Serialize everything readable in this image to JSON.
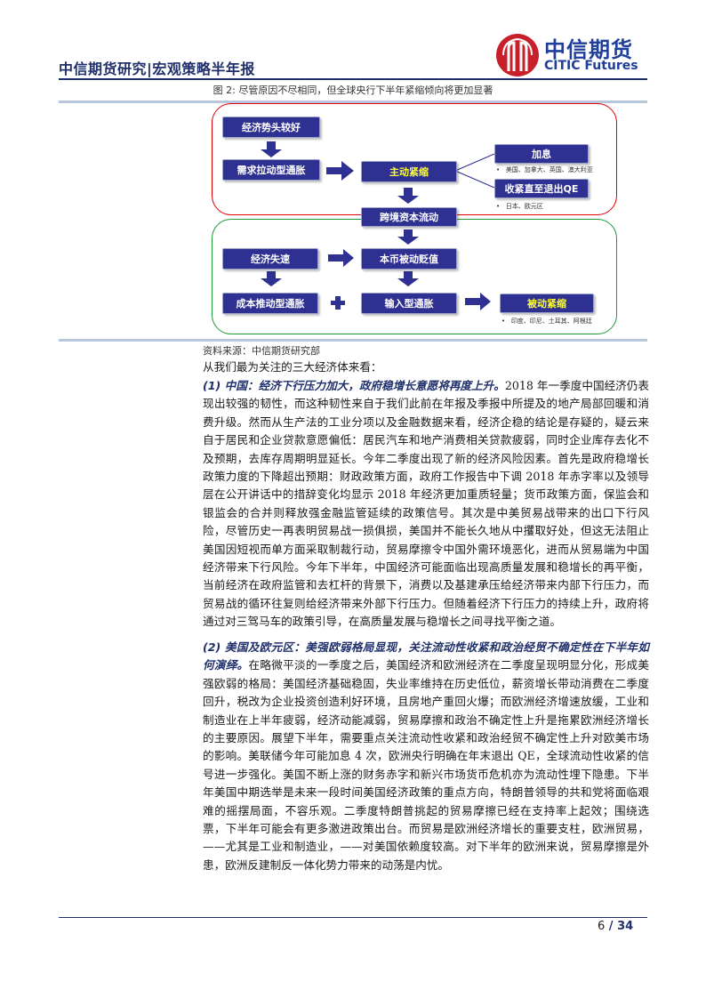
{
  "header": {
    "title": "中信期货研究|宏观策略半年报",
    "logo_cn": "中信期货",
    "logo_en": "CITIC Futures"
  },
  "figure": {
    "title": "图 2: 尽管原因不尽相同，但全球央行下半年紧缩倾向将更加显著",
    "source": "资料来源：中信期货研究部",
    "colors": {
      "box_fill": "#2e3092",
      "active_region": "#e00000",
      "passive_region": "#1f9a3a",
      "highlight_text": "#ffff33"
    },
    "nodes": {
      "good_economy": "经济势头较好",
      "demand_pull_inflation": "需求拉动型通胀",
      "active_tightening": "主动紧缩",
      "rate_hike": "加息",
      "rate_hike_note": "美国、加拿大、英国、澳大利亚",
      "exit_qe": "收紧直至退出QE",
      "exit_qe_note": "日本、欧元区",
      "cross_border_capital": "跨境资本流动",
      "economic_slowdown": "经济失速",
      "currency_depreciation": "本币被动贬值",
      "cost_push_inflation": "成本推动型通胀",
      "plus": "+",
      "imported_inflation": "输入型通胀",
      "passive_tightening": "被动紧缩",
      "passive_tightening_note": "印度、印尼、土耳其、阿根廷"
    }
  },
  "body": {
    "intro": "从我们最为关注的三大经济体来看：",
    "sections": [
      {
        "heading": "(1) 中国：经济下行压力加大，政府稳增长意愿将再度上升。",
        "text": "2018 年一季度中国经济仍表现出较强的韧性，而这种韧性来自于我们此前在年报及季报中所提及的地产局部回暖和消费升级。然而从生产法的工业分项以及金融数据来看，经济企稳的结论是存疑的，疑云来自于居民和企业贷款意愿偏低：居民汽车和地产消费相关贷款疲弱，同时企业库存去化不及预期，去库存周期明显延长。今年二季度出现了新的经济风险因素。首先是政府稳增长政策力度的下降超出预期：财政政策方面，政府工作报告中下调 2018 年赤字率以及领导层在公开讲话中的措辞变化均显示 2018 年经济更加重质轻量；货币政策方面，保监会和银监会的合并则释放强金融监管延续的政策信号。其次是中美贸易战带来的出口下行风险，尽管历史一再表明贸易战一损俱损，美国并不能长久地从中攫取好处，但这无法阻止美国因短视而单方面采取制裁行动，贸易摩擦令中国外需环境恶化，进而从贸易端为中国经济带来下行风险。今年下半年，中国经济可能面临出现高质量发展和稳增长的再平衡，当前经济在政府监管和去杠杆的背景下，消费以及基建承压给经济带来内部下行压力，而贸易战的循环往复则给经济带来外部下行压力。但随着经济下行压力的持续上升，政府将通过对三驾马车的政策引导，在高质量发展与稳增长之间寻找平衡之道。"
      },
      {
        "heading": "(2) 美国及欧元区：美强欧弱格局显现，关注流动性收紧和政治经贸不确定性在下半年如何演绎。",
        "text": "在略微平淡的一季度之后，美国经济和欧洲经济在二季度呈现明显分化，形成美强欧弱的格局：美国经济基础稳固，失业率维持在历史低位，薪资增长带动消费在二季度回升，税改为企业投资创造利好环境，且房地产重回火爆；而欧洲经济增速放缓，工业和制造业在上半年疲弱，经济动能减弱，贸易摩擦和政治不确定性上升是拖累欧洲经济增长的主要原因。展望下半年，需要重点关注流动性收紧和政治经贸不确定性上升对欧美市场的影响。美联储今年可能加息 4 次，欧洲央行明确在年末退出 QE，全球流动性收紧的信号进一步强化。美国不断上涨的财务赤字和新兴市场货币危机亦为流动性埋下隐患。下半年美国中期选举是未来一段时间美国经济政策的重点方向，特朗普领导的共和党将面临艰难的摇摆局面，不容乐观。二季度特朗普挑起的贸易摩擦已经在支持率上起效；围绕选票，下半年可能会有更多激进政策出台。而贸易是欧洲经济增长的重要支柱，欧洲贸易，——尤其是工业和制造业，——对美国依赖度较高。对下半年的欧洲来说，贸易摩擦是外患，欧洲反建制反一体化势力带来的动荡是内忧。"
      }
    ]
  },
  "footer": {
    "page_current": "6",
    "page_sep": " / ",
    "page_total": "34"
  }
}
